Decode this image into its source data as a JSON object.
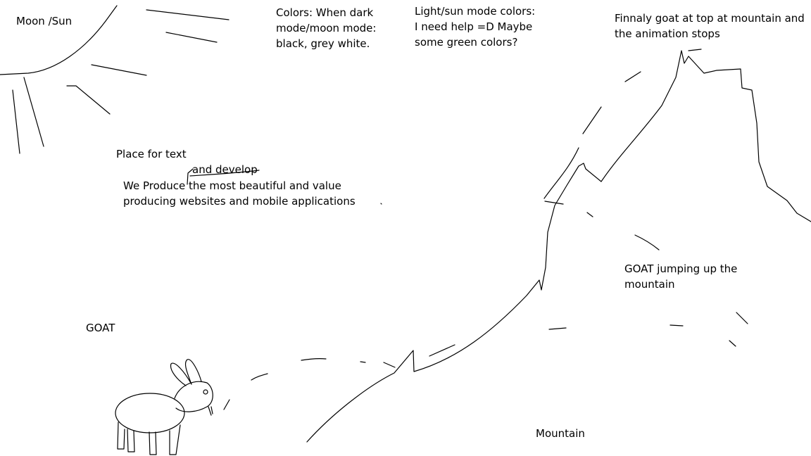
{
  "labels": {
    "moon_sun": "Moon /Sun",
    "colors_dark_1": "Colors: When dark",
    "colors_dark_2": "mode/moon mode:",
    "colors_dark_3": "black, grey white.",
    "colors_light_1": "Light/sun mode colors:",
    "colors_light_2": "I need help =D Maybe",
    "colors_light_3": "some green colors?",
    "goat_top_1": "Finnaly goat at top at mountain and",
    "goat_top_2": "the animation stops",
    "text_place": "Place for text",
    "text_insert": "and develop",
    "text_body_1": "We Produce the most beautiful and value",
    "text_body_2": "producing websites and mobile applications",
    "goat": "GOAT",
    "goat_jumping_1": "GOAT jumping up the",
    "goat_jumping_2": "mountain",
    "mountain": "Mountain"
  },
  "colors": {
    "background": "#ffffff",
    "ink": "#000000"
  }
}
